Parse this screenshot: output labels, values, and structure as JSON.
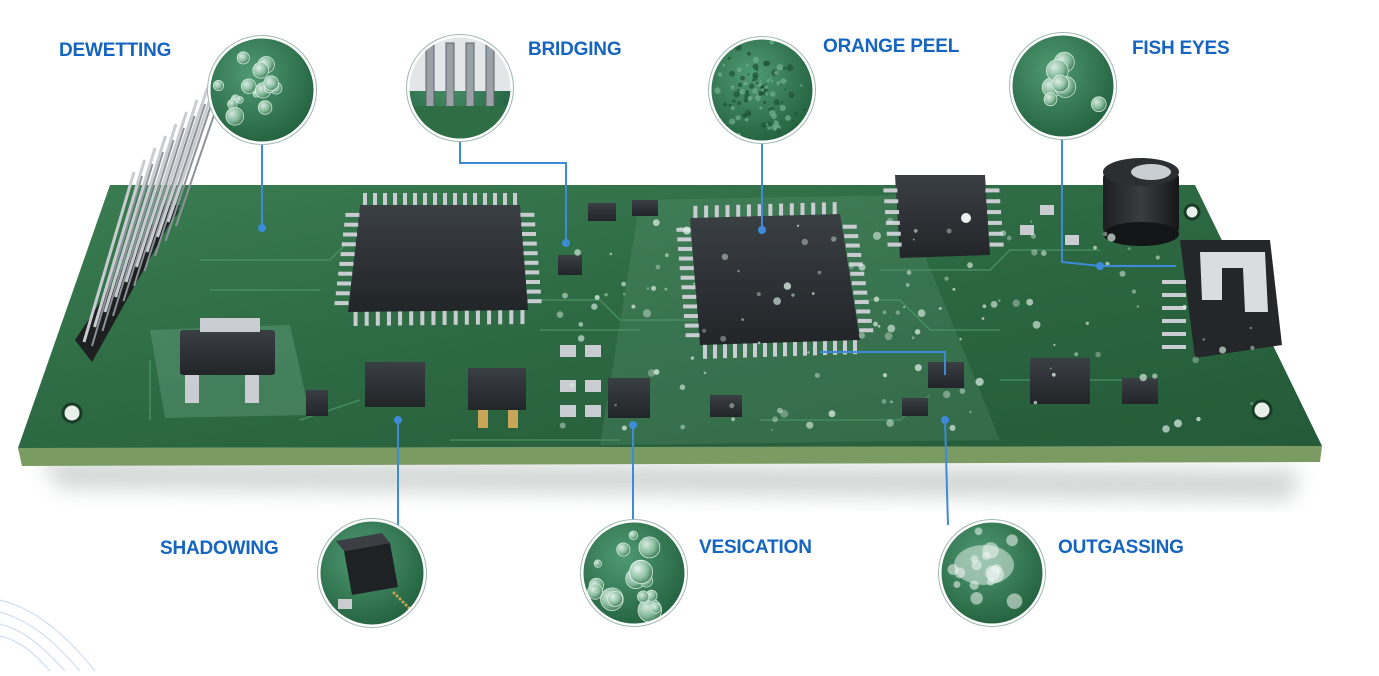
{
  "defects": [
    {
      "id": "dewetting",
      "label": "DEWETTING"
    },
    {
      "id": "bridging",
      "label": "BRIDGING"
    },
    {
      "id": "orange-peel",
      "label": "ORANGE PEEL"
    },
    {
      "id": "fish-eyes",
      "label": "FISH EYES"
    },
    {
      "id": "shadowing",
      "label": "SHADOWING"
    },
    {
      "id": "vesication",
      "label": "VESICATION"
    },
    {
      "id": "outgassing",
      "label": "OUTGASSING"
    }
  ],
  "colors": {
    "label": "#1565c0",
    "callout_line": "#3d8bd8",
    "pcb": "#2f6e45",
    "pcb_edge": "#7a9b62",
    "chip": "#2b2f33",
    "pin": "#c9cdd1"
  }
}
